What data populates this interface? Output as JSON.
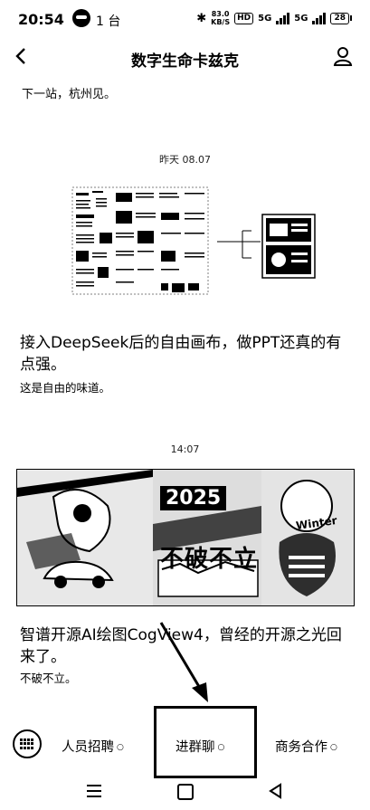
{
  "status_bar": {
    "time": "20:54",
    "notification": "1 台",
    "net_speed_top": "83.0",
    "net_speed_bottom": "KB/S",
    "hd_badge": "HD",
    "network_1": "5G",
    "network_2": "5G",
    "battery": "28"
  },
  "header": {
    "title": "数字生命卡兹克",
    "back_icon": "back-chevron-icon",
    "profile_icon": "person-icon"
  },
  "messages": [
    {
      "text": "下一站，杭州见。"
    },
    {
      "timestamp": "昨天 08.07",
      "title": "接入DeepSeek后的自由画布，做PPT还真的有点强。",
      "subtitle": "这是自由的味道。"
    },
    {
      "timestamp": "14:07",
      "banner_year": "2025",
      "banner_slogan": "不破不立",
      "banner_tag": "Winter",
      "title": "智谱开源AI绘图CogView4，曾经的开源之光回来了。",
      "subtitle": "不破不立。"
    }
  ],
  "toolbar": {
    "keyboard_icon": "keyboard-icon",
    "items": [
      {
        "label": "人员招聘"
      },
      {
        "label": "进群聊"
      },
      {
        "label": "商务合作"
      }
    ]
  },
  "system_nav": {
    "menu_icon": "menu-icon",
    "home_icon": "home-icon",
    "back_icon": "back-triangle-icon"
  }
}
